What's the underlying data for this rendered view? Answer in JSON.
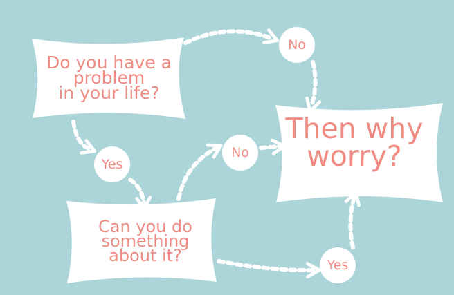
{
  "colors": {
    "background": "#acd5d9",
    "shape_fill": "#ffffff",
    "text": "#ee8b83",
    "arrow": "#ffffff"
  },
  "nodes": {
    "problem_question": {
      "lines": [
        "Do you have a",
        "problem",
        "in your life?"
      ]
    },
    "action_question": {
      "lines": [
        "Can you do",
        "something",
        "about it?"
      ]
    },
    "conclusion": {
      "lines": [
        "Then why",
        "worry?"
      ]
    }
  },
  "bubbles": {
    "top_no": "No",
    "left_yes": "Yes",
    "middle_no": "No",
    "bottom_yes": "Yes"
  }
}
